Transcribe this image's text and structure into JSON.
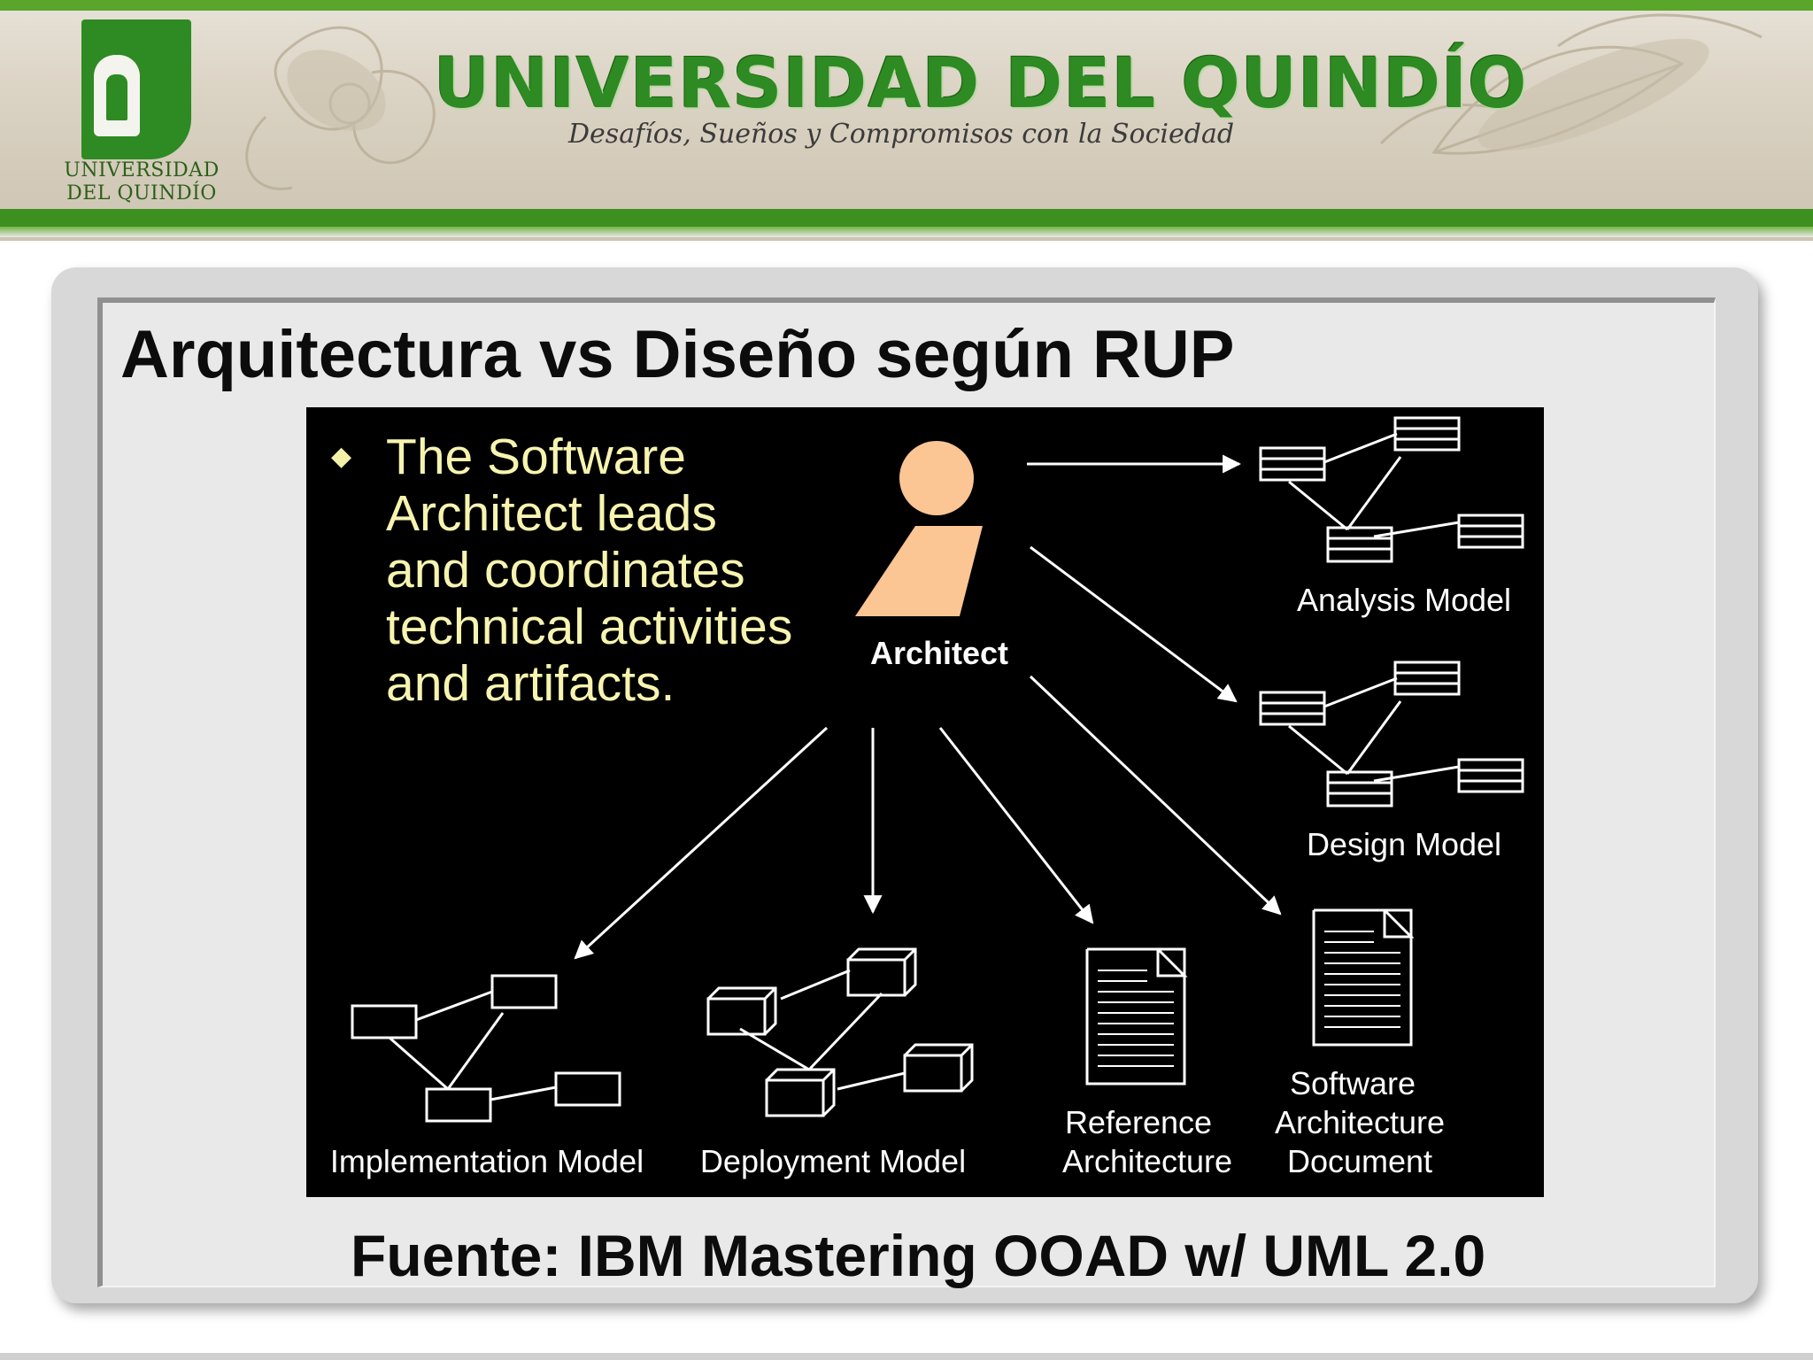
{
  "header": {
    "university_name": "UNIVERSIDAD DEL QUINDÍO",
    "motto": "Desafíos, Sueños y Compromisos con la Sociedad",
    "logo_text_line1": "UNIVERSIDAD",
    "logo_text_line2": "DEL QUINDÍO",
    "brand_color": "#2e8a22"
  },
  "slide": {
    "title": "Arquitectura vs Diseño según RUP",
    "source": "Fuente: IBM Mastering OOAD w/ UML 2.0"
  },
  "diagram": {
    "bullet_text": "The Software Architect leads and coordinates technical activities and artifacts.",
    "role": "Architect",
    "artifacts": {
      "analysis_model": "Analysis Model",
      "design_model": "Design Model",
      "implementation_model": "Implementation Model",
      "deployment_model": "Deployment Model",
      "reference_architecture_1": "Reference",
      "reference_architecture_2": "Architecture",
      "sad_1": "Software",
      "sad_2": "Architecture",
      "sad_3": "Document"
    },
    "colors": {
      "bullet_text": "#f7f4b0",
      "actor": "#fbc594",
      "background": "#000000"
    }
  }
}
